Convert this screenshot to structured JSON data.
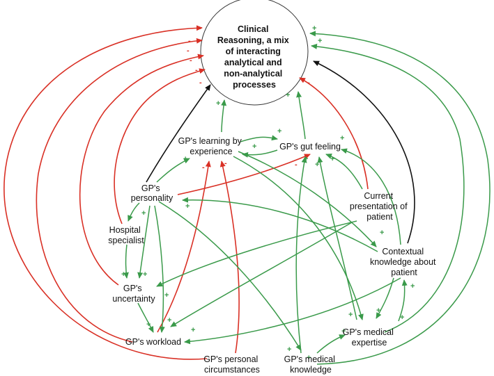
{
  "colors": {
    "positive": "#3a9a4a",
    "negative": "#d93025",
    "neutral": "#111111"
  },
  "nodes": {
    "clinical_reasoning": [
      "Clinical",
      "Reasoning, a mix",
      "of interacting",
      "analytical and",
      "non-analytical",
      "processes"
    ],
    "learning": [
      "GP's learning by",
      "experience"
    ],
    "gut_feeling": [
      "GP's gut feeling"
    ],
    "personality": [
      "GP's",
      "personality"
    ],
    "current_presentation": [
      "Current",
      "presentation of",
      "patient"
    ],
    "hospital_specialist": [
      "Hospital",
      "specialist"
    ],
    "contextual": [
      "Contextual",
      "knowledge about",
      "patient"
    ],
    "uncertainty": [
      "GP's",
      "uncertainty"
    ],
    "medical_expertise": [
      "GP's medical",
      "expertise"
    ],
    "workload": [
      "GP's workload"
    ],
    "personal_circumstances": [
      "GP's personal",
      "circumstances"
    ],
    "medical_knowledge": [
      "GP's medical",
      "knowledge"
    ]
  },
  "signs": {
    "plus": "+",
    "minus": "-"
  }
}
